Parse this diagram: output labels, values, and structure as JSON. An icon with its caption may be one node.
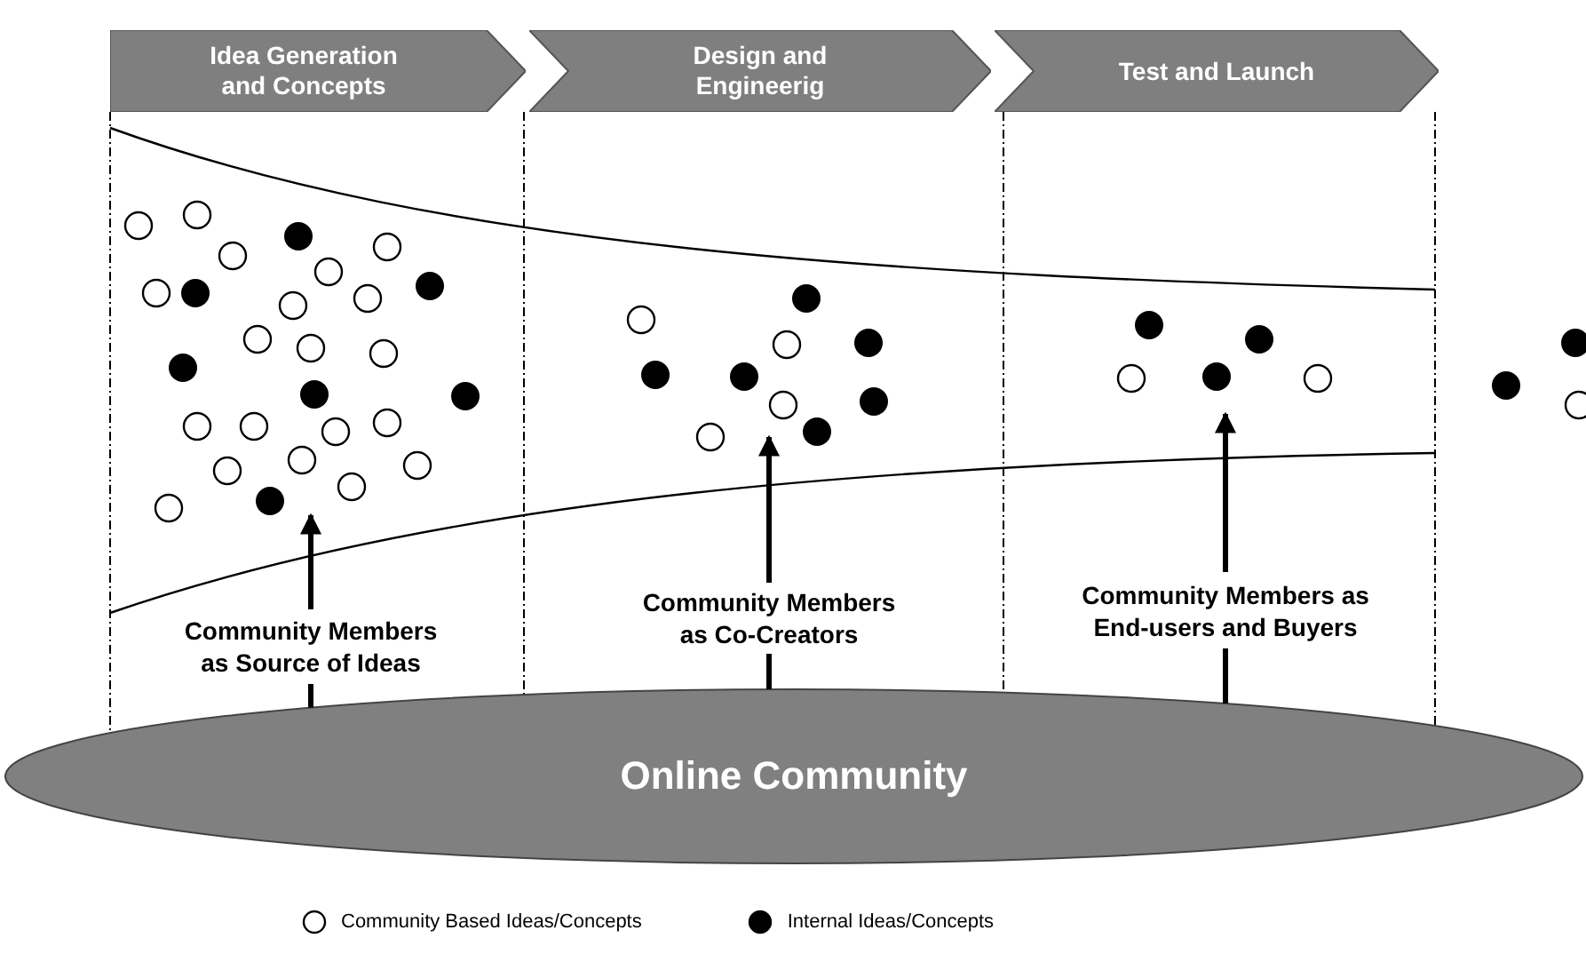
{
  "diagram": {
    "nodes": [
      {
        "text": [
          "Idea Generation and Concepts"
        ]
      },
      {
        "text": [
          "Design and Engineerig"
        ]
      },
      {
        "text": [
          "Test and Launch"
        ]
      },
      {
        "text": [
          "Online Community"
        ]
      },
      {
        "text": [
          "Community Members as Source of Ideas"
        ]
      },
      {
        "text": [
          "Community Members as Co-Creators"
        ]
      },
      {
        "text": [
          "Community Members as End-users and Buyers"
        ]
      }
    ],
    "edges": [
      {
        "from": 3,
        "to": 4,
        "arrow": "none"
      },
      {
        "from": 4,
        "to": null,
        "arrow": "to"
      },
      {
        "from": 3,
        "to": 5,
        "arrow": "none"
      },
      {
        "from": 5,
        "to": null,
        "arrow": "to"
      },
      {
        "from": 3,
        "to": 6,
        "arrow": "none"
      },
      {
        "from": 6,
        "to": null,
        "arrow": "to"
      }
    ],
    "legend": [
      {
        "text": "Community Based Ideas/Concepts"
      },
      {
        "text": "Internal Ideas/Concepts",
        "color": "#000000"
      }
    ]
  }
}
